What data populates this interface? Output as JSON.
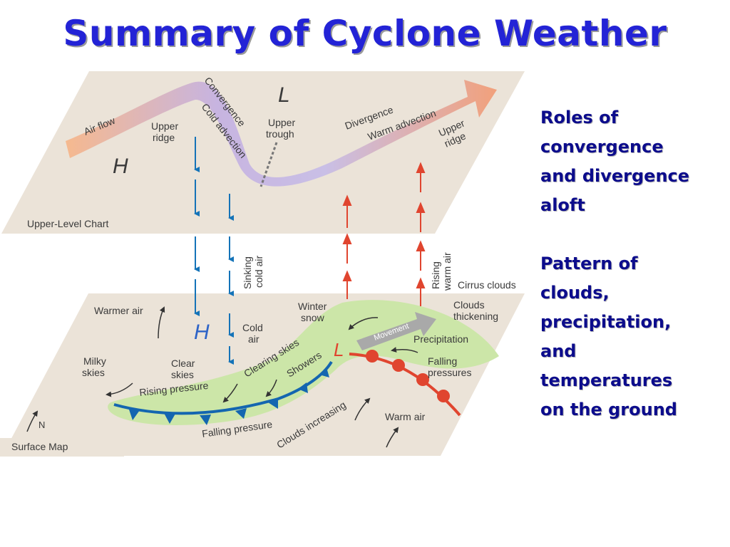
{
  "title": "Summary of Cyclone Weather",
  "side_notes": {
    "roles_lines": [
      "Roles of",
      "convergence",
      "and divergence",
      "aloft"
    ],
    "pattern_lines": [
      "Pattern of",
      "clouds,",
      "precipitation,",
      "and",
      "temperatures",
      "on the ground"
    ]
  },
  "upper_chart": {
    "title": "Upper-Level Chart",
    "high_symbol": "H",
    "low_symbol": "L",
    "air_flow": "Air flow",
    "upper_ridge_left": [
      "Upper",
      "ridge"
    ],
    "convergence": "Convergence",
    "cold_advection": "Cold advection",
    "upper_trough": [
      "Upper",
      "trough"
    ],
    "divergence": "Divergence",
    "warm_advection": "Warm advection",
    "upper_ridge_right": [
      "Upper",
      "ridge"
    ]
  },
  "middle": {
    "sinking_cold_air": [
      "Sinking",
      "cold air"
    ],
    "rising_warm_air": [
      "Rising",
      "warm air"
    ],
    "cirrus_clouds": "Cirrus clouds"
  },
  "surface_map": {
    "title": "Surface Map",
    "north": "N",
    "high_symbol": "H",
    "low_symbol": "L",
    "warmer_air": "Warmer air",
    "milky_skies": [
      "Milky",
      "skies"
    ],
    "clear_skies": [
      "Clear",
      "skies"
    ],
    "cold_air": [
      "Cold",
      "air"
    ],
    "winter_snow": [
      "Winter",
      "snow"
    ],
    "clouds_thickening": [
      "Clouds",
      "thickening"
    ],
    "movement": "Movement",
    "precipitation": "Precipitation",
    "clearing_skies": "Clearing skies",
    "showers": "Showers",
    "falling_pressures": [
      "Falling",
      "pressures"
    ],
    "rising_pressure": "Rising pressure",
    "falling_pressure": "Falling pressure",
    "clouds_increasing": "Clouds increasing",
    "warm_air": "Warm air"
  },
  "colors": {
    "title": "#2323d6",
    "notes": "#0c0c8c",
    "panel": "#ebe3d8",
    "cold_front": "#1466b0",
    "warm_front": "#e0452f",
    "sinking_arrow": "#1473b8",
    "rising_arrow": "#e0452f",
    "precip_zone": "#cce6a8"
  }
}
